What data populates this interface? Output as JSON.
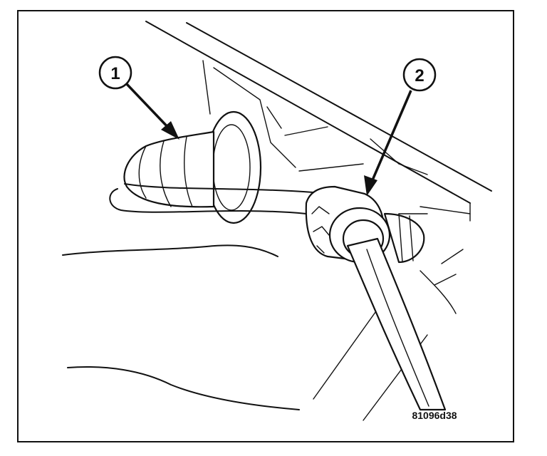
{
  "callouts": [
    {
      "number": "1",
      "part": "socket-boot"
    },
    {
      "number": "2",
      "part": "connector"
    }
  ],
  "figure_ref": "81096d38",
  "colors": {
    "ink": "#111111",
    "paper": "#ffffff"
  }
}
